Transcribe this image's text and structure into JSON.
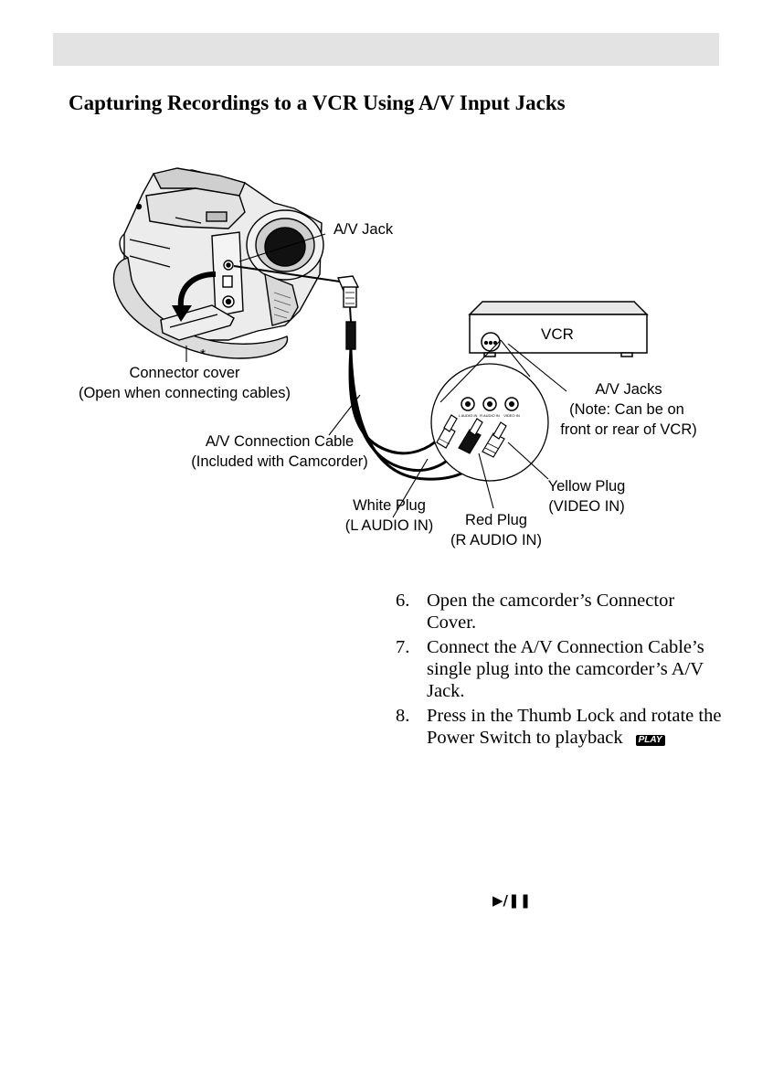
{
  "page": {
    "title": "Capturing Recordings to a VCR Using A/V Input Jacks"
  },
  "diagram": {
    "labels": {
      "av_jack": "A/V Jack",
      "vcr": "VCR",
      "av_jacks_line1": "A/V Jacks",
      "av_jacks_line2": "(Note: Can be on",
      "av_jacks_line3": "front or rear of VCR)",
      "asterisk": "*",
      "connector_cover_line1": "Connector cover",
      "connector_cover_line2": "(Open when connecting cables)",
      "cable_line1": "A/V Connection Cable",
      "cable_line2": "(Included with Camcorder)",
      "white_plug_line1": "White Plug",
      "white_plug_line2": "(L AUDIO IN)",
      "red_plug_line1": "Red Plug",
      "red_plug_line2": "(R AUDIO IN)",
      "yellow_plug_line1": "Yellow Plug",
      "yellow_plug_line2": "(VIDEO IN)",
      "jack_l": "L AUDIO IN",
      "jack_r": "R AUDIO IN",
      "jack_v": "VIDEO IN"
    }
  },
  "steps": [
    {
      "num": "6.",
      "text": "Open the camcorder’s Connector Cover."
    },
    {
      "num": "7.",
      "text": "Connect the A/V Connection Cable’s single plug into the camcorder’s A/V Jack."
    },
    {
      "num": "8.",
      "text": "Press in the Thumb Lock and rotate the Power Switch to playback"
    }
  ],
  "icons": {
    "play_mode_badge": "PLAY",
    "play_pause_symbol": "▶/❚❚"
  }
}
